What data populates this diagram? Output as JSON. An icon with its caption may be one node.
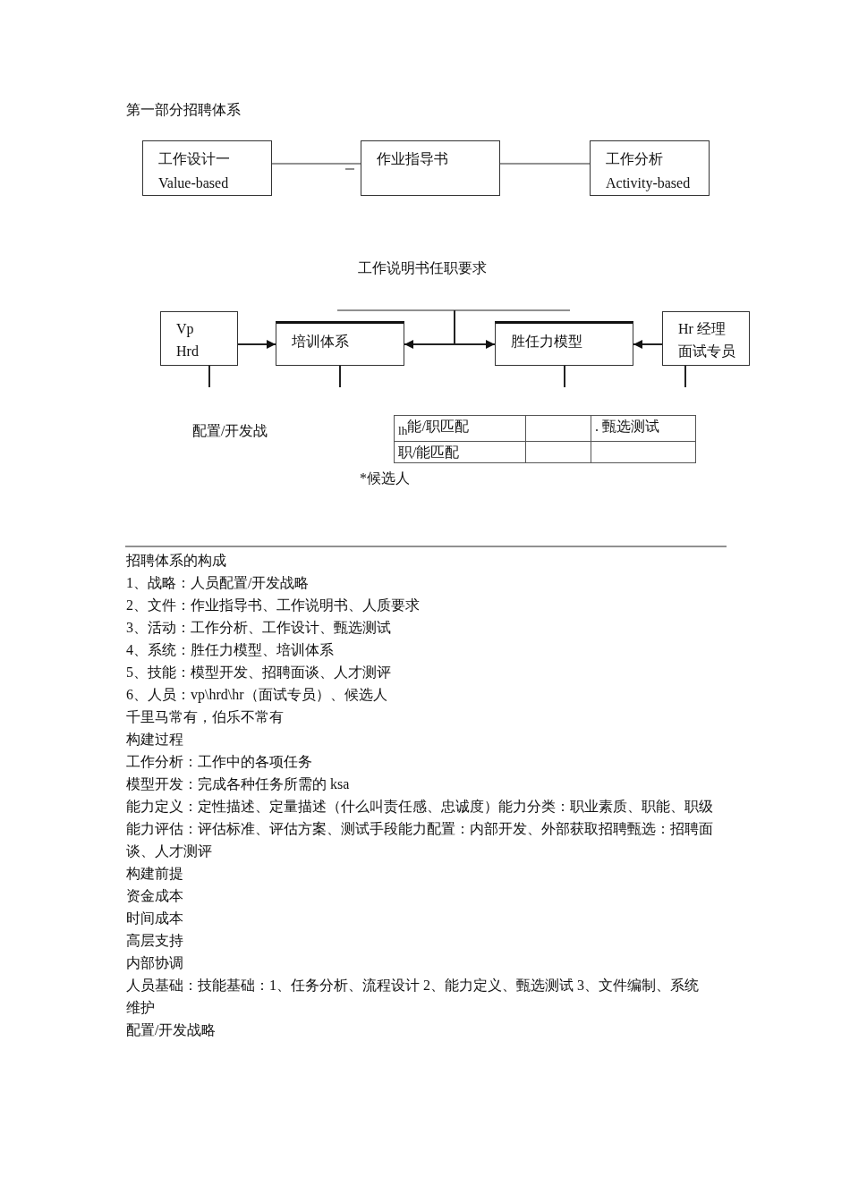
{
  "diagram": {
    "title": "第一部分招聘体系",
    "nodes": [
      {
        "text": [
          "工作设计一",
          "Value-based"
        ]
      },
      {
        "text": [
          "作业指导书"
        ]
      },
      {
        "text": [
          "工作分析",
          "Activity-based"
        ]
      },
      {
        "text": [
          "Vp Hrd"
        ]
      },
      {
        "text": [
          "培训体系"
        ]
      },
      {
        "text": [
          "胜任力模型"
        ]
      },
      {
        "text": [
          "Hr 经理面试专员"
        ]
      }
    ],
    "edges": [
      {
        "from": 0,
        "to": 1,
        "arrow": "none"
      },
      {
        "from": 1,
        "to": 2,
        "arrow": "none"
      },
      {
        "from": 3,
        "to": 4,
        "arrow": "to"
      },
      {
        "from": null,
        "to": 4,
        "arrow": "to"
      },
      {
        "from": null,
        "to": 5,
        "arrow": "to"
      },
      {
        "from": 6,
        "to": 5,
        "arrow": "to"
      },
      {
        "from": 3,
        "to": null,
        "arrow": "none"
      },
      {
        "from": 4,
        "to": null,
        "arrow": "none"
      },
      {
        "from": 5,
        "to": null,
        "arrow": "none"
      },
      {
        "from": 6,
        "to": null,
        "arrow": "none"
      }
    ],
    "labels": [
      "工作说明书任职要求",
      "配置/开发战",
      "$_{lh}$能/职匹配",
      ". 甄选测试",
      "职/能匹配",
      "*候选人",
      "招聘体系的构成",
      "1、战略：人员配置/开发战略",
      "2、文件：作业指导书、工作说明书、人质要求",
      "3、活动：工作分析、工作设计、甄选测试",
      "4、系统：胜任力模型、培训体系",
      "5、技能：模型开发、招聘面谈、人才测评",
      "6、人员：vp\\hrd\\hr（面试专员）、候选人",
      "千里马常有，伯乐不常有",
      "构建过程",
      "工作分析：工作中的各项任务",
      "模型开发：完成各种任务所需的 ksa",
      "能力定义：定性描述、定量描述（什么叫责任感、忠诚度）能力分类：职业素质、职能、职级",
      "能力评估：评估标准、评估方案、测试手段能力配置：内部开发、外部获取招聘甄选：招聘面谈、人才测评",
      "构建前提",
      "资金成本",
      "时间成本",
      "高层支持",
      "内部协调",
      "人员基础：技能基础：1、任务分析、流程设计 2、能力定义、甄选测试 3、文件编制、系统",
      "维护",
      "配置/开发战略"
    ]
  }
}
